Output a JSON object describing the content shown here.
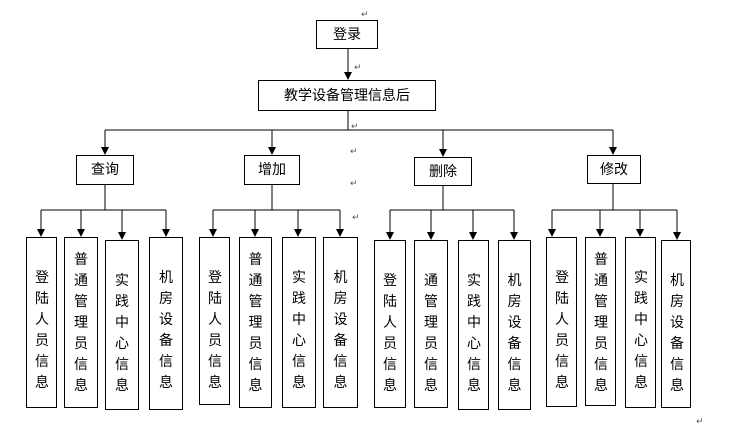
{
  "nodes": {
    "root": "登录",
    "system": "教学设备管理信息后",
    "branches": [
      {
        "label": "查询",
        "children": [
          "登陆人员信息",
          "普通管理员信息",
          "实践中心信息",
          "机房设备信息"
        ]
      },
      {
        "label": "增加",
        "children": [
          "登陆人员信息",
          "普通管理员信息",
          "实践中心信息",
          "机房设备信息"
        ]
      },
      {
        "label": "删除",
        "children": [
          "登陆人员信息",
          "通管理员信息",
          "实践中心信息",
          "机房设备信息"
        ]
      },
      {
        "label": "修改",
        "children": [
          "登陆人员信息",
          "普通管理员信息",
          "实践中心信息",
          "机房设备信息"
        ]
      }
    ]
  },
  "paragraph_mark": "↵"
}
